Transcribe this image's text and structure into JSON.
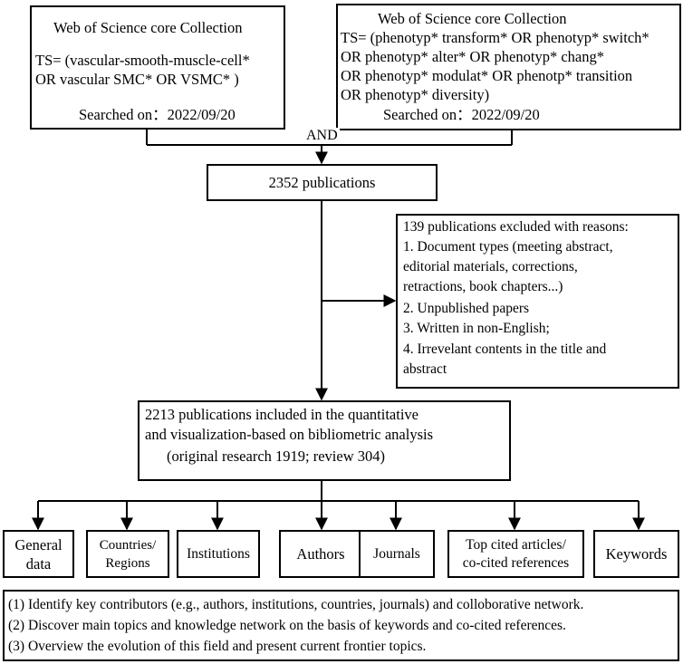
{
  "search_left": {
    "title": "Web of Science core Collection",
    "lines": [
      "TS= (vascular-smooth-muscle-cell*",
      "OR vascular SMC* OR VSMC* )"
    ],
    "date": "Searched on：2022/09/20"
  },
  "search_right": {
    "title": "Web of Science core Collection",
    "lines": [
      "TS= (phenotyp* transform* OR phenotyp* switch*",
      "OR phenotyp* alter* OR phenotyp* chang*",
      "OR phenotyp* modulat* OR phenotp* transition",
      "OR phenotyp* diversity)"
    ],
    "date": "Searched on：2022/09/20"
  },
  "join_label": "AND",
  "total": "2352 publications",
  "excluded": {
    "lines": [
      "139 publications excluded with reasons:",
      "1. Document types (meeting abstract,",
      "editorial materials, corrections,",
      "retractions, book chapters...)",
      "2. Unpublished papers",
      "3. Written in non-English;",
      "4. Irrevelant contents in the title and",
      "abstract"
    ]
  },
  "included": {
    "lines": [
      "2213 publications included in the quantitative",
      "and visualization-based on bibliometric analysis",
      "(original research 1919; review 304)"
    ]
  },
  "categories": [
    [
      "General",
      "data"
    ],
    [
      "Countries/",
      "Regions"
    ],
    [
      "Institutions"
    ],
    [
      "Authors"
    ],
    [
      "Journals"
    ],
    [
      "Top cited articles/",
      "co-cited references"
    ],
    [
      "Keywords"
    ]
  ],
  "objectives": [
    "(1) Identify key contributors (e.g., authors, institutions, countries, journals) and colloborative network.",
    "(2) Discover main topics and knowledge network on the basis of keywords and co-cited references.",
    "(3) Overview the evolution of this field and present current frontier topics."
  ]
}
